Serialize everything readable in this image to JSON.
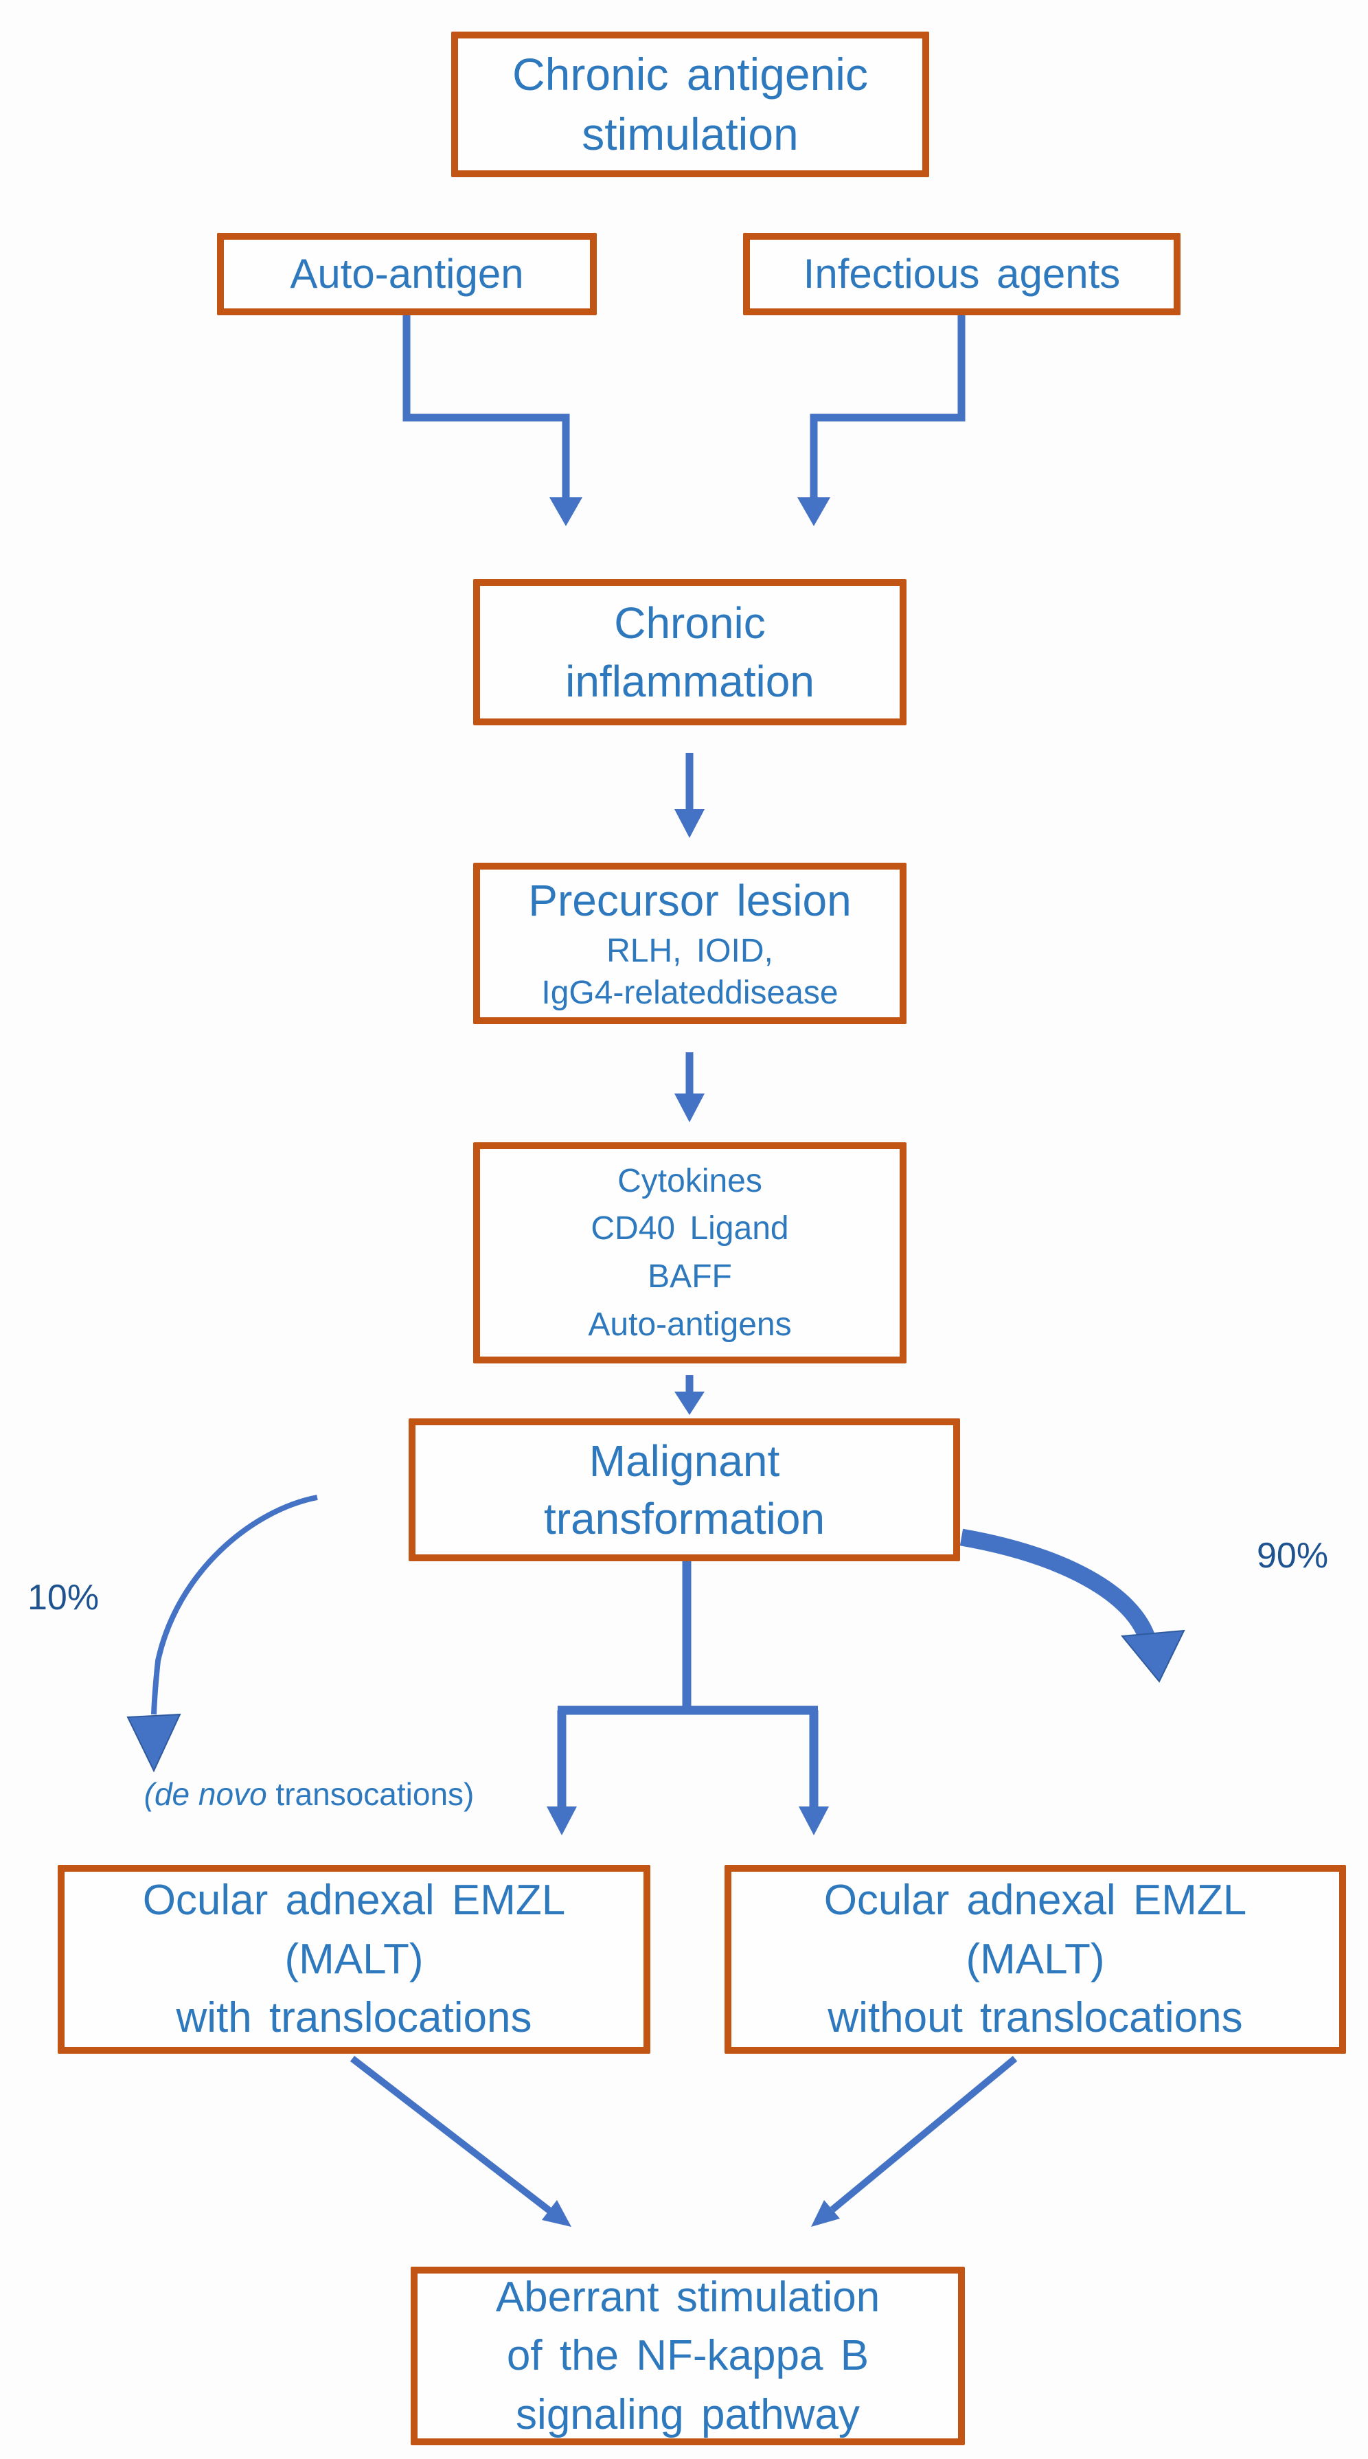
{
  "diagram": {
    "title_implicit": "Pathogenesis flowchart of ocular adnexal EMZL",
    "colors": {
      "box_border": "#C25414",
      "box_text": "#2E79BD",
      "connector": "#4472C4",
      "percent_text": "#1F5390",
      "background": "#FDFDFD"
    },
    "nodes": {
      "chronic_antigenic": {
        "lines": [
          "Chronic antigenic",
          "stimulation"
        ]
      },
      "auto_antigen": {
        "lines": [
          "Auto-antigen"
        ]
      },
      "infectious_agents": {
        "lines": [
          "Infectious agents"
        ]
      },
      "chronic_inflammation": {
        "lines": [
          "Chronic",
          "inflammation"
        ]
      },
      "precursor_lesion": {
        "lines": [
          "Precursor lesion",
          "RLH, IOID,",
          "IgG4-relateddisease"
        ]
      },
      "mediators": {
        "lines": [
          "Cytokines",
          "CD40 Ligand",
          "BAFF",
          "Auto-antigens"
        ]
      },
      "malignant_transformation": {
        "lines": [
          "Malignant",
          "transformation"
        ]
      },
      "emzl_with_translocations": {
        "lines": [
          "Ocular adnexal EMZL",
          "(MALT)",
          "with translocations"
        ]
      },
      "emzl_without_translocations": {
        "lines": [
          "Ocular adnexal EMZL",
          "(MALT)",
          "without translocations"
        ]
      },
      "aberrant_nfkb": {
        "lines": [
          "Aberrant stimulation",
          "of the NF-kappa B",
          "signaling pathway"
        ]
      }
    },
    "labels": {
      "left_percent": "10%",
      "right_percent": "90%",
      "de_novo_italic": "(de novo",
      "de_novo_rest": " transocations)"
    }
  }
}
